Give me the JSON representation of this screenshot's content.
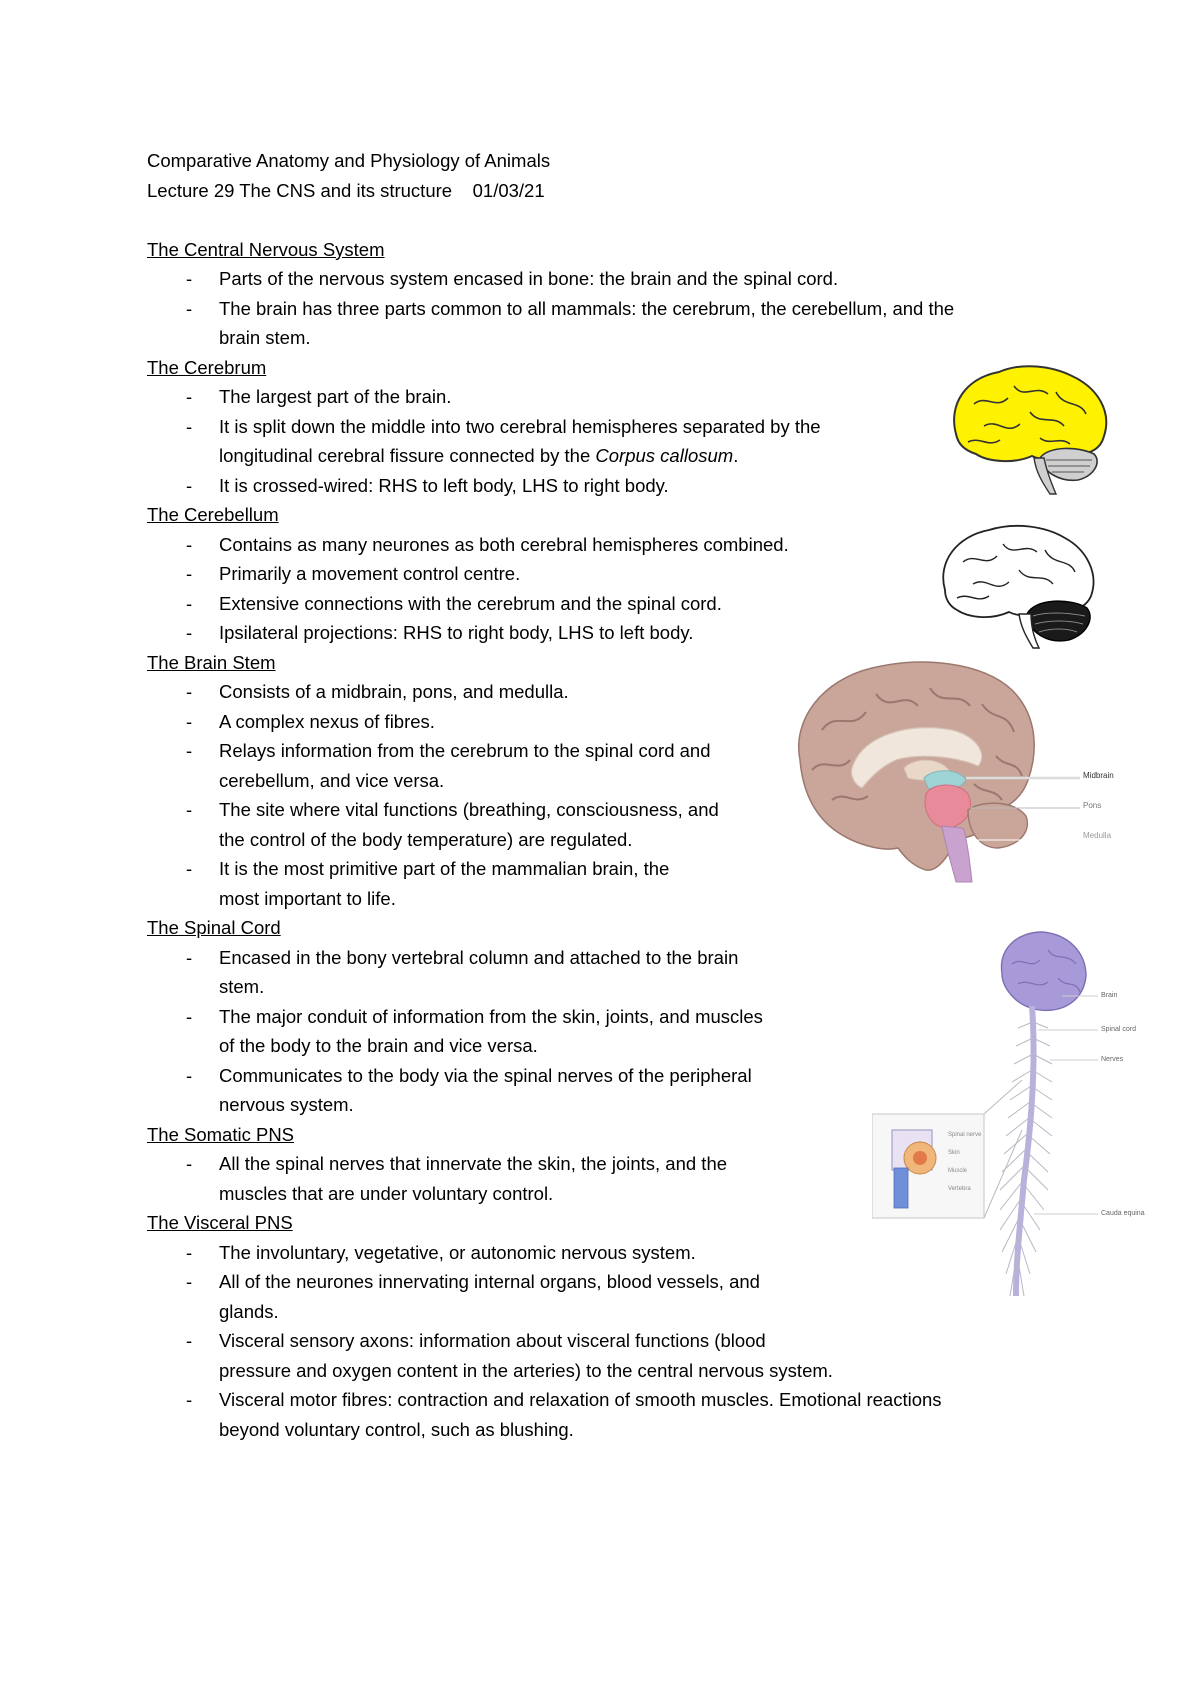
{
  "header": {
    "course_title": "Comparative Anatomy and Physiology of Animals",
    "lecture_line": "Lecture 29 The CNS and its structure    01/03/21"
  },
  "sections": [
    {
      "heading": "The Central Nervous System",
      "bullets": [
        {
          "lines": [
            "Parts of the nervous system encased in bone: the brain and the spinal cord."
          ]
        },
        {
          "lines": [
            "The brain has three parts common to all mammals: the cerebrum, the cerebellum, and the",
            "brain stem."
          ]
        }
      ]
    },
    {
      "heading": "The Cerebrum",
      "bullets": [
        {
          "lines": [
            "The largest part of the brain."
          ]
        },
        {
          "lines": [
            "It is split down the middle into two cerebral hemispheres separated by the"
          ],
          "line2_prefix": "longitudinal cerebral fissure connected by the ",
          "line2_italic": "Corpus callosum",
          "line2_suffix": "."
        },
        {
          "lines": [
            "It is crossed-wired: RHS to left body, LHS to right body."
          ]
        }
      ]
    },
    {
      "heading": "The Cerebellum",
      "bullets": [
        {
          "lines": [
            "Contains as many neurones as both cerebral hemispheres combined."
          ]
        },
        {
          "lines": [
            "Primarily a movement control centre."
          ]
        },
        {
          "lines": [
            "Extensive connections with the cerebrum and the spinal cord."
          ]
        },
        {
          "lines": [
            "Ipsilateral projections: RHS to right body, LHS to left body."
          ]
        }
      ]
    },
    {
      "heading": "The Brain Stem",
      "bullets": [
        {
          "lines": [
            "Consists of a midbrain, pons, and medulla."
          ]
        },
        {
          "lines": [
            "A complex nexus of fibres."
          ]
        },
        {
          "lines": [
            "Relays information from the cerebrum to the spinal cord and",
            "cerebellum, and vice versa."
          ]
        },
        {
          "lines": [
            "The site where vital functions (breathing, consciousness, and",
            "the control of the body temperature) are regulated."
          ]
        },
        {
          "lines": [
            "It is the most primitive part of the mammalian brain, the",
            "most important to life."
          ]
        }
      ]
    },
    {
      "heading": "The Spinal Cord",
      "bullets": [
        {
          "lines": [
            "Encased in the bony vertebral column and attached to the brain",
            "stem."
          ]
        },
        {
          "lines": [
            "The major conduit of information from the skin, joints, and muscles",
            "of the body to the brain and vice versa."
          ]
        },
        {
          "lines": [
            "Communicates to the body via the spinal nerves of the peripheral",
            "nervous system."
          ]
        }
      ]
    },
    {
      "heading": "The Somatic PNS",
      "bullets": [
        {
          "lines": [
            "All the spinal nerves that innervate the skin, the joints, and the",
            "muscles that are under voluntary control."
          ]
        }
      ]
    },
    {
      "heading": "The Visceral PNS",
      "bullets": [
        {
          "lines": [
            "The involuntary, vegetative, or autonomic nervous system."
          ]
        },
        {
          "lines": [
            "All of the neurones innervating internal organs, blood vessels, and",
            "glands."
          ]
        },
        {
          "lines": [
            "Visceral sensory axons: information about visceral functions (blood",
            "pressure and oxygen content in the arteries) to the central nervous system."
          ]
        },
        {
          "lines": [
            "Visceral motor fibres: contraction and relaxation of smooth muscles. Emotional reactions",
            "beyond voluntary control, such as blushing."
          ]
        }
      ]
    }
  ],
  "bullet_marker": "-",
  "figures": {
    "brainstem_labels": [
      "Midbrain",
      "Pons",
      "Medulla"
    ],
    "spinal_labels": [
      "Brain",
      "Spinal cord",
      "Nerves",
      "Cauda equina"
    ],
    "inset_labels": [
      "Spinal nerve",
      "Skin",
      "Muscle",
      "Vertebra"
    ],
    "colors": {
      "cerebrum": "#fff200",
      "cerebrum_outline": "#333333",
      "cerebellum_dark": "#1a1a1a",
      "brain_tan": "#c9a59a",
      "midbrain": "#9fd4d6",
      "pons": "#e88a9a",
      "medulla": "#c9a2cf",
      "spinal_purple": "#a89ad8"
    }
  }
}
